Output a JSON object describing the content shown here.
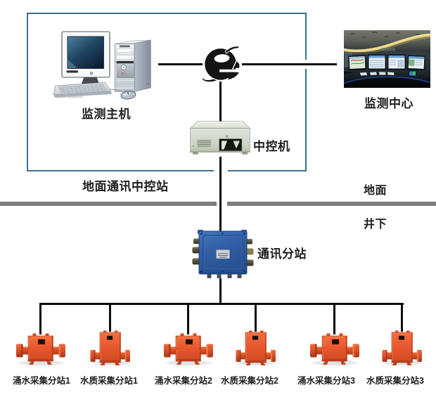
{
  "diagram": {
    "ground_station_label": "地面通讯中控站",
    "host_label": "监测主机",
    "control_machine_label": "中控机",
    "monitor_center_label": "监测中心",
    "surface_label": "地面",
    "underground_label": "井下",
    "substation_label": "通讯分站"
  },
  "devices": [
    {
      "label": "涌水采集分站1",
      "type": "flow"
    },
    {
      "label": "水质采集分站1",
      "type": "quality"
    },
    {
      "label": "涌水采集分站2",
      "type": "flow"
    },
    {
      "label": "水质采集分站2",
      "type": "quality"
    },
    {
      "label": "涌水采集分站3",
      "type": "flow"
    },
    {
      "label": "水质采集分站3",
      "type": "quality"
    }
  ],
  "colors": {
    "line": "#0b0b0b",
    "ground_box_border": "#3a708f",
    "divider_bar": "#7d7d7d",
    "device_orange": "#e0512b",
    "junction_blue": "#3b69b0",
    "text": "#262626"
  }
}
